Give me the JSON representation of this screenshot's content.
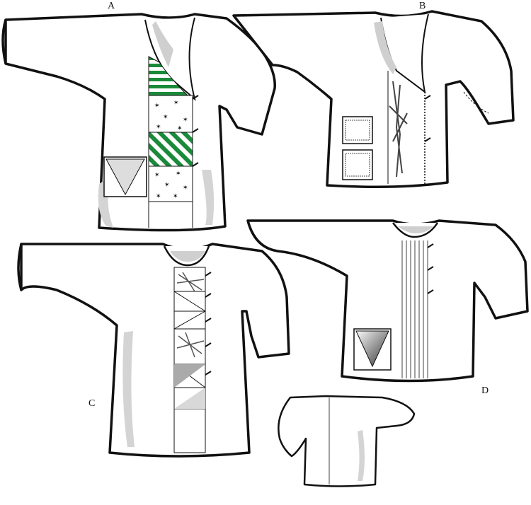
{
  "labels": {
    "a": "A",
    "b": "B",
    "c": "C",
    "d": "D"
  },
  "colors": {
    "stroke": "#111111",
    "fill": "#ffffff",
    "shadow": "#d4d4d4",
    "stripe": "#1a8a3a"
  }
}
